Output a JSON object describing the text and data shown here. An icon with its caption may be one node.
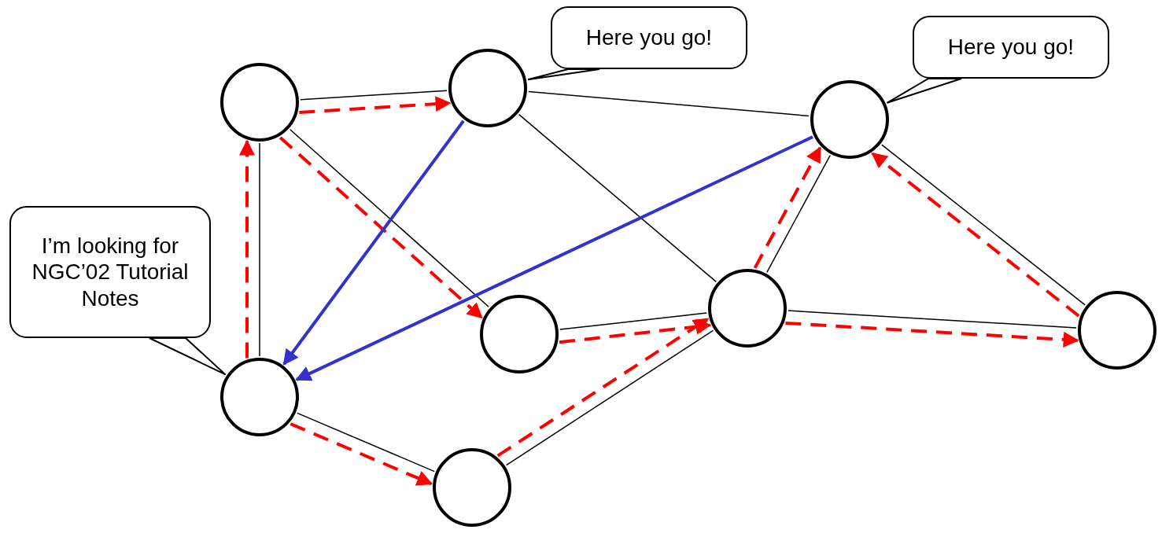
{
  "diagram": {
    "nodes": [
      {
        "text": [],
        "shape": "circle"
      },
      {
        "text": [],
        "shape": "circle"
      },
      {
        "text": [
          "Here you go!"
        ]
      },
      {
        "text": [],
        "shape": "circle"
      },
      {
        "text": [
          "Here you go!"
        ]
      },
      {
        "text": [
          "I’m looking for NGC’02 Tutorial Notes"
        ]
      },
      {
        "text": [],
        "shape": "circle"
      },
      {
        "text": [],
        "shape": "circle"
      },
      {
        "text": [],
        "shape": "circle"
      },
      {
        "text": [],
        "shape": "circle"
      },
      {
        "text": [],
        "shape": "circle"
      }
    ],
    "edges": [
      {
        "from": 0,
        "to": 1,
        "arrow": "none"
      },
      {
        "from": 0,
        "to": 6,
        "arrow": "none"
      },
      {
        "from": 0,
        "to": 9,
        "arrow": "none"
      },
      {
        "from": 1,
        "to": 3,
        "arrow": "none"
      },
      {
        "from": 1,
        "to": 7,
        "arrow": "none"
      },
      {
        "from": 3,
        "to": 7,
        "arrow": "none"
      },
      {
        "from": 3,
        "to": 8,
        "arrow": "none"
      },
      {
        "from": 6,
        "to": 7,
        "arrow": "none"
      },
      {
        "from": 7,
        "to": 8,
        "arrow": "none"
      },
      {
        "from": 9,
        "to": 10,
        "arrow": "none"
      },
      {
        "from": 10,
        "to": 7,
        "arrow": "none"
      },
      {
        "from": 2,
        "to": 1,
        "arrow": "none"
      },
      {
        "from": 4,
        "to": 3,
        "arrow": "none"
      },
      {
        "from": 5,
        "to": 9,
        "arrow": "none"
      },
      {
        "from": 9,
        "to": 0,
        "arrow": "to",
        "style": "dashed",
        "color": "#ff0000"
      },
      {
        "from": 0,
        "to": 1,
        "arrow": "to",
        "style": "dashed",
        "color": "#ff0000"
      },
      {
        "from": 0,
        "to": 6,
        "arrow": "to",
        "style": "dashed",
        "color": "#ff0000"
      },
      {
        "from": 6,
        "to": 7,
        "arrow": "to",
        "style": "dashed",
        "color": "#ff0000"
      },
      {
        "from": 9,
        "to": 10,
        "arrow": "to",
        "style": "dashed",
        "color": "#ff0000"
      },
      {
        "from": 10,
        "to": 7,
        "arrow": "to",
        "style": "dashed",
        "color": "#ff0000"
      },
      {
        "from": 7,
        "to": 3,
        "arrow": "to",
        "style": "dashed",
        "color": "#ff0000"
      },
      {
        "from": 7,
        "to": 8,
        "arrow": "to",
        "style": "dashed",
        "color": "#ff0000"
      },
      {
        "from": 8,
        "to": 3,
        "arrow": "to",
        "style": "dashed",
        "color": "#ff0000"
      },
      {
        "from": 1,
        "to": 9,
        "arrow": "to",
        "style": "thick",
        "color": "#3333cc"
      },
      {
        "from": 3,
        "to": 9,
        "arrow": "to",
        "style": "thick",
        "color": "#3333cc"
      }
    ]
  }
}
